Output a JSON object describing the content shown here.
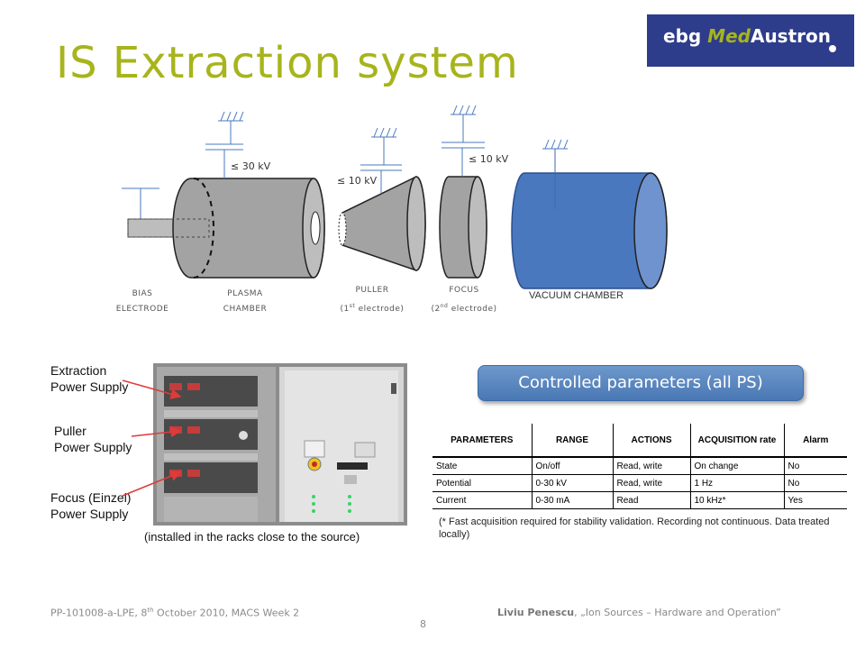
{
  "title": "IS Extraction system",
  "logo": {
    "prefix": "ebg ",
    "brand": "Med",
    "suffix": "Austron"
  },
  "colors": {
    "accent_green": "#a7b41c",
    "logo_blue": "#2e3c8c",
    "vacuum_blue": "#4a78bf",
    "badge_blue": "#5b87c0"
  },
  "diagram": {
    "voltages": {
      "plasma": "≤ 30 kV",
      "puller": "≤ 10 kV",
      "focus": "≤ 10 kV"
    },
    "labels": {
      "bias_line1": "BIAS",
      "bias_line2": "ELECTRODE",
      "plasma_line1": "PLASMA",
      "plasma_line2": "CHAMBER",
      "puller_line1": "PULLER",
      "puller_line2_pre": "(1",
      "puller_line2_sup": "st",
      "puller_line2_post": " electrode)",
      "focus_line1": "FOCUS",
      "focus_line2_pre": "(2",
      "focus_line2_sup": "nd",
      "focus_line2_post": " electrode)",
      "vacuum": "VACUUM CHAMBER"
    }
  },
  "power_supplies": {
    "extraction_line1": "Extraction",
    "extraction_line2": "Power Supply",
    "puller_line1": "Puller",
    "puller_line2": "Power Supply",
    "focus_line1": "Focus (Einzel)",
    "focus_line2": "Power Supply",
    "caption": "(installed in the racks close to the source)"
  },
  "controlled_parameters": {
    "heading": "Controlled parameters (all PS)",
    "headers": [
      "PARAMETERS",
      "RANGE",
      "ACTIONS",
      "ACQUISITION rate",
      "Alarm"
    ],
    "rows": [
      [
        "State",
        "On/off",
        "Read, write",
        "On change",
        "No"
      ],
      [
        "Potential",
        "0-30 kV",
        "Read, write",
        "1 Hz",
        "No"
      ],
      [
        "Current",
        "0-30 mA",
        "Read",
        "10 kHz*",
        "Yes"
      ]
    ],
    "footnote": "(* Fast acquisition required for stability validation. Recording not continuous. Data treated locally)"
  },
  "footer": {
    "left_pre": "PP-101008-a-LPE, 8",
    "left_sup": "th",
    "left_post": " October 2010, MACS Week 2",
    "right_author": "Liviu Penescu",
    "right_rest": ", „Ion Sources – Hardware and Operation”",
    "page": "8"
  }
}
